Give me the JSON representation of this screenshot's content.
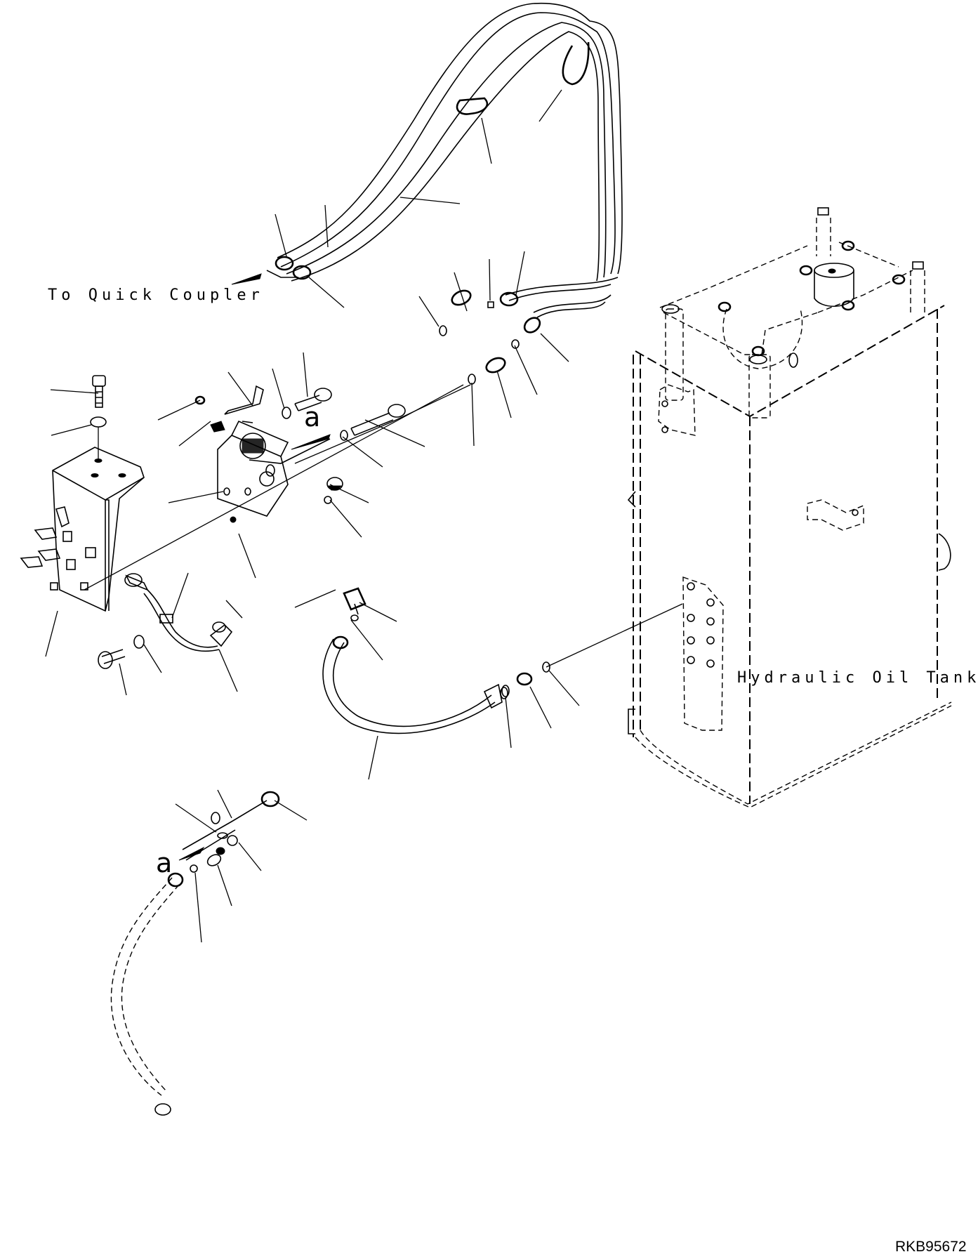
{
  "drawing": {
    "title": "Hydraulic piping parts diagram",
    "labels": {
      "quick_coupler": "To Quick Coupler",
      "oil_tank": "Hydraulic Oil Tank"
    },
    "detail_markers": {
      "upper": "a",
      "lower": "a"
    },
    "drawing_number": "RKB95672"
  },
  "components": [
    {
      "name": "quick-coupler-hose-pair",
      "kind": "hose"
    },
    {
      "name": "hose-clamp-upper",
      "kind": "clamp"
    },
    {
      "name": "hose-clamp-middle",
      "kind": "clamp"
    },
    {
      "name": "valve-block",
      "kind": "valve"
    },
    {
      "name": "mounting-bracket",
      "kind": "bracket"
    },
    {
      "name": "tank-return-hose",
      "kind": "hose"
    },
    {
      "name": "lower-drain-hose",
      "kind": "hose"
    },
    {
      "name": "hydraulic-oil-tank",
      "kind": "tank"
    },
    {
      "name": "pressure-switch",
      "kind": "sensor"
    },
    {
      "name": "elbow-tube",
      "kind": "tube"
    }
  ],
  "colors": {
    "ink": "#000000",
    "paper": "#ffffff"
  }
}
